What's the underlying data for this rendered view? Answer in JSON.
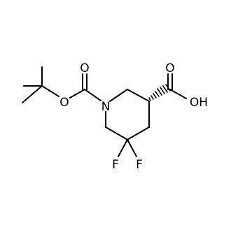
{
  "molecule": {
    "atom_labels": {
      "o_carbonyl_boc": "O",
      "o_ester_boc": "O",
      "n_ring": "N",
      "o_carbonyl_acid": "O",
      "oh_acid": "OH",
      "f_left": "F",
      "f_right": "F"
    }
  },
  "style": {
    "bond_color": "#000000",
    "background": "#ffffff"
  }
}
